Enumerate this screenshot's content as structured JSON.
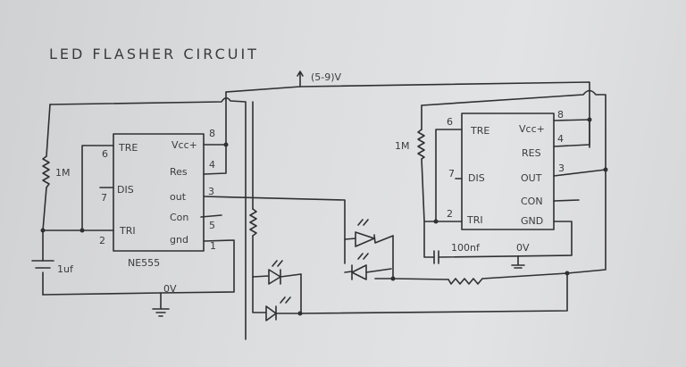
{
  "title": "LED FLASHER CIRCUIT",
  "supply_label": "(5-9)V",
  "ic_left": {
    "name": "NE555",
    "pins_left": [
      {
        "num": "6",
        "label": "TRE"
      },
      {
        "num": "7",
        "label": "DIS"
      },
      {
        "num": "2",
        "label": "TRI"
      }
    ],
    "pins_right": [
      {
        "num": "8",
        "label": "Vcc+"
      },
      {
        "num": "4",
        "label": "Res"
      },
      {
        "num": "3",
        "label": "out"
      },
      {
        "num": "5",
        "label": "Con"
      },
      {
        "num": "1",
        "label": "gnd"
      }
    ],
    "resistor_label": "1M",
    "capacitor_label": "1uf",
    "ground_label": "0V"
  },
  "ic_right": {
    "pins_left": [
      {
        "num": "6",
        "label": "TRE"
      },
      {
        "num": "7",
        "label": "DIS"
      },
      {
        "num": "2",
        "label": "TRI"
      }
    ],
    "pins_right": [
      {
        "num": "8",
        "label": "Vcc+"
      },
      {
        "num": "4",
        "label": "RES"
      },
      {
        "num": "3",
        "label": "OUT"
      },
      {
        "num": "",
        "label": "CON"
      },
      {
        "num": "",
        "label": "GND"
      }
    ],
    "resistor_label": "1M",
    "capacitor_label": "100nf",
    "ground_label": "0V"
  }
}
